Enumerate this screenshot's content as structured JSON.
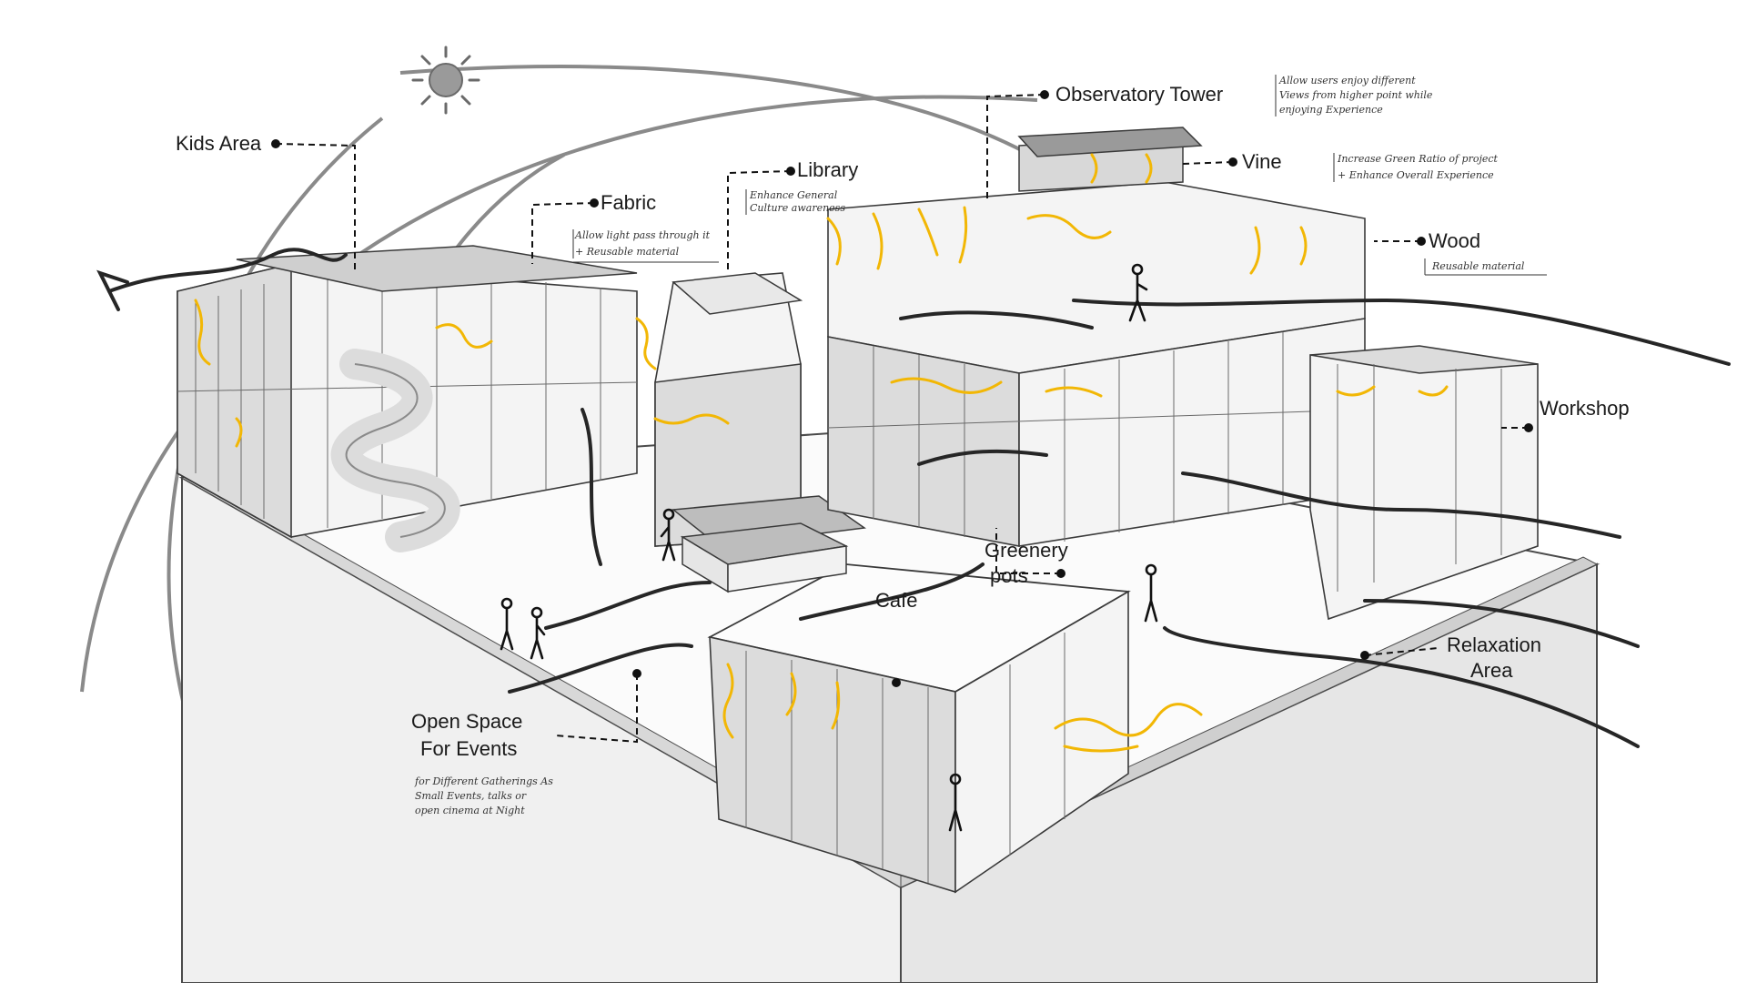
{
  "labels": {
    "kids_area": "Kids Area",
    "fabric": "Fabric",
    "library": "Library",
    "observatory_tower": "Observatory Tower",
    "vine": "Vine",
    "wood": "Wood",
    "workshop": "Workshop",
    "greenery_pots_1": "Greenery",
    "greenery_pots_2": "pots",
    "cafe": "Cafe",
    "relaxation_area_1": "Relaxation",
    "relaxation_area_2": "Area",
    "open_space_1": "Open Space",
    "open_space_2": "For Events"
  },
  "notes": {
    "fabric_1": "Allow light pass through it",
    "fabric_2": "+ Reusable material",
    "library_1": "Enhance General",
    "library_2": "Culture awareness",
    "tower_1": "Allow users enjoy different",
    "tower_2": "Views from higher point while",
    "tower_3": "enjoying Experience",
    "vine_1": "Increase Green Ratio of project",
    "vine_2": "+ Enhance Overall Experience",
    "wood_1": "Reusable material",
    "open_space_1": "for Different Gatherings As",
    "open_space_2": "Small Events, talks or",
    "open_space_3": "open cinema at Night"
  },
  "icons": {
    "sun_top": "sun-icon",
    "sun_bottom": "sun-icon"
  },
  "colors": {
    "vine_accent": "#f2b705",
    "ink": "#111111",
    "sun_path": "#8a8a8a"
  }
}
